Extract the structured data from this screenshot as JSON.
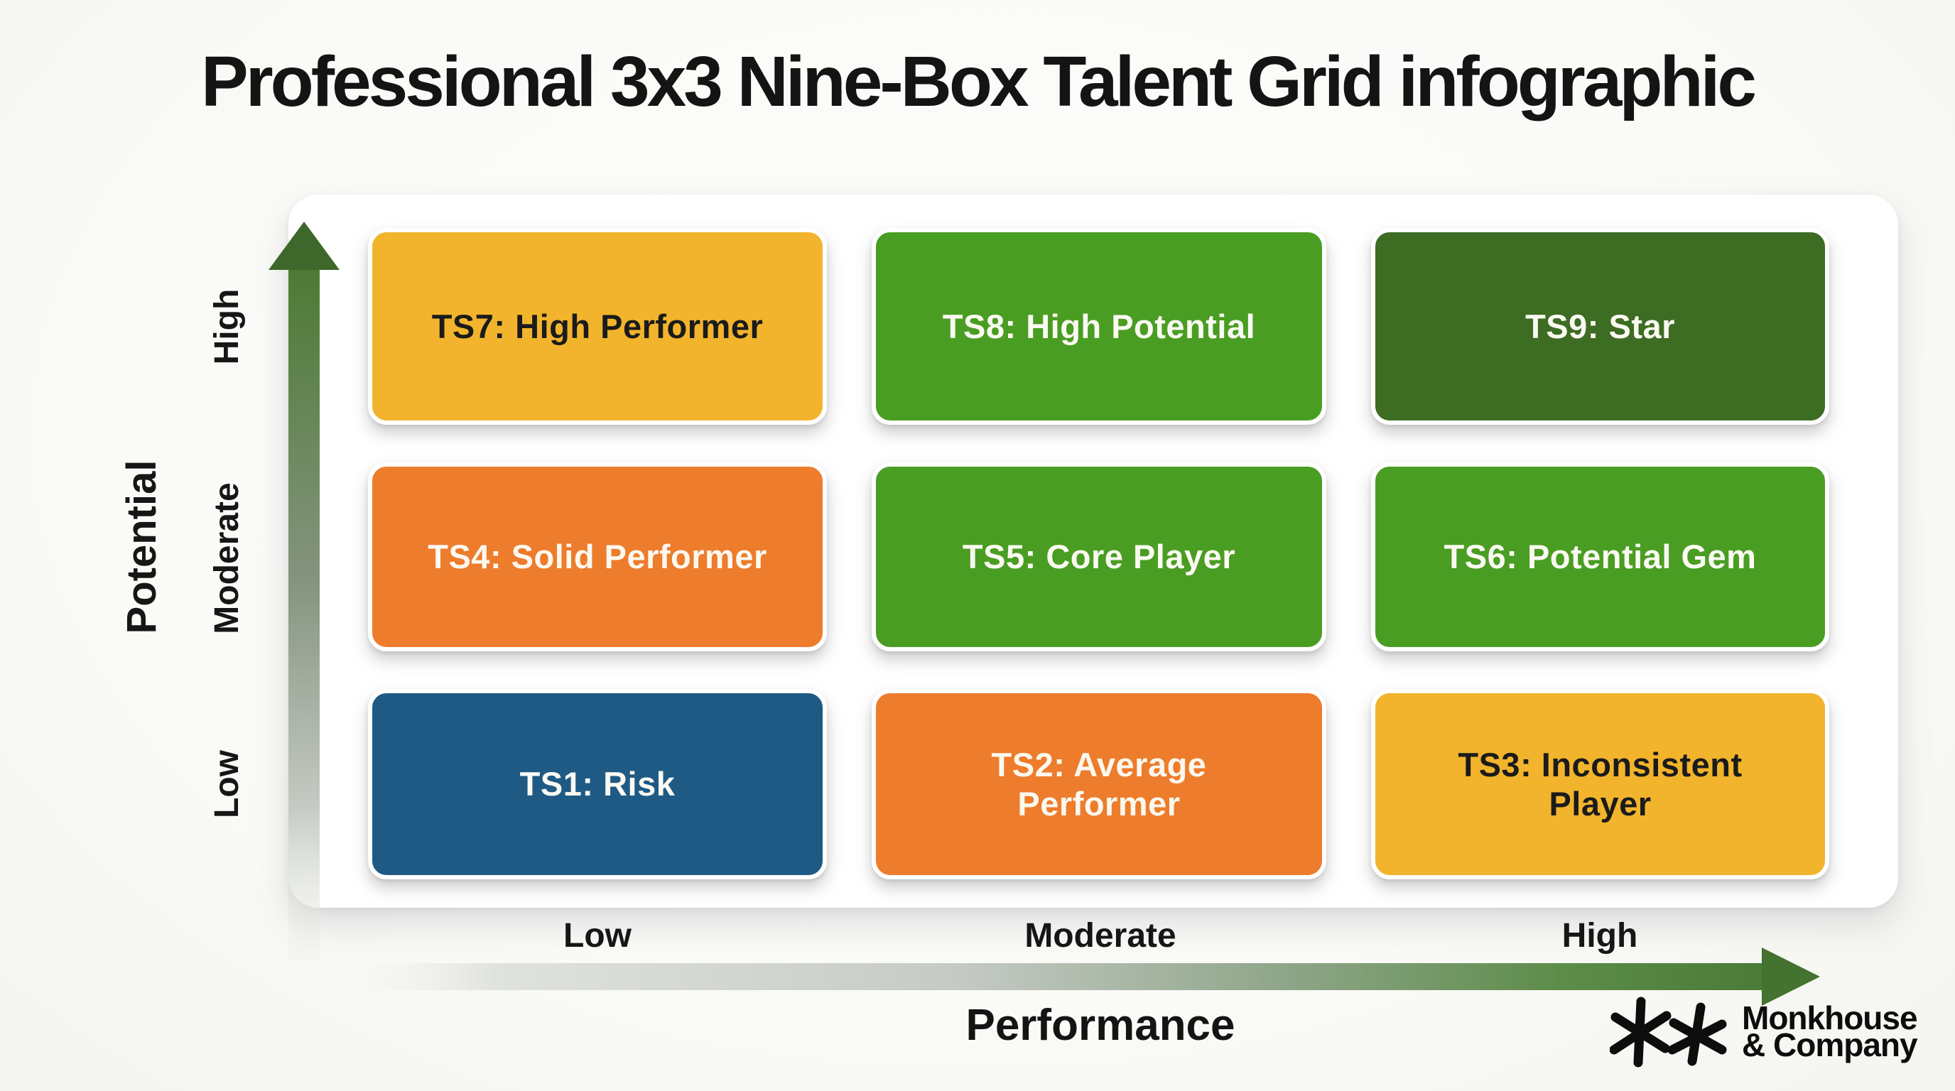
{
  "title": "Professional 3x3 Nine-Box Talent Grid infographic",
  "grid": {
    "cells": [
      {
        "id": "TS7",
        "label": "TS7: High Performer",
        "bg": "#F2B42C",
        "fg": "#1B1B1B"
      },
      {
        "id": "TS8",
        "label": "TS8: High Potential",
        "bg": "#4A9D23",
        "fg": "#FBFAF2"
      },
      {
        "id": "TS9",
        "label": "TS9: Star",
        "bg": "#3D6C23",
        "fg": "#FBFAF2"
      },
      {
        "id": "TS4",
        "label": "TS4: Solid Performer",
        "bg": "#ED7C2C",
        "fg": "#FBF8EF"
      },
      {
        "id": "TS5",
        "label": "TS5: Core Player",
        "bg": "#4A9D23",
        "fg": "#FBFAF2"
      },
      {
        "id": "TS6",
        "label": "TS6: Potential Gem",
        "bg": "#4A9D23",
        "fg": "#FBFAF2"
      },
      {
        "id": "TS1",
        "label": "TS1: Risk",
        "bg": "#1F5A85",
        "fg": "#FBFAF2"
      },
      {
        "id": "TS2",
        "label": "TS2: Average Performer",
        "bg": "#ED7C2C",
        "fg": "#FBF8EF"
      },
      {
        "id": "TS3",
        "label": "TS3: Inconsistent Player",
        "bg": "#F2B42C",
        "fg": "#1B1B1B"
      }
    ]
  },
  "y_axis": {
    "label": "Potential",
    "ticks": [
      "High",
      "Moderate",
      "Low"
    ]
  },
  "x_axis": {
    "label": "Performance",
    "ticks": [
      "Low",
      "Moderate",
      "High"
    ]
  },
  "logo": {
    "line1": "Monkhouse",
    "line2": "& Company"
  },
  "colors": {
    "title_text": "#141414",
    "panel_bg": "#FFFFFF",
    "h_fade": "#F6F6F4",
    "h_light_gray": "#DFE2DF",
    "h_gray": "#C7CBC7",
    "h_sage": "#8FA689",
    "h_green": "#5C8C49",
    "h_green_deep": "#4A7B37",
    "h_arrowhead": "#44732F",
    "v_green_top": "#4C7A33",
    "v_sage": "#84947E",
    "v_gray": "#C5CAC3",
    "v_fade": "#EEF0EC",
    "v_arrowhead": "#3E682B",
    "logo_ink": "#0D0D0D"
  }
}
